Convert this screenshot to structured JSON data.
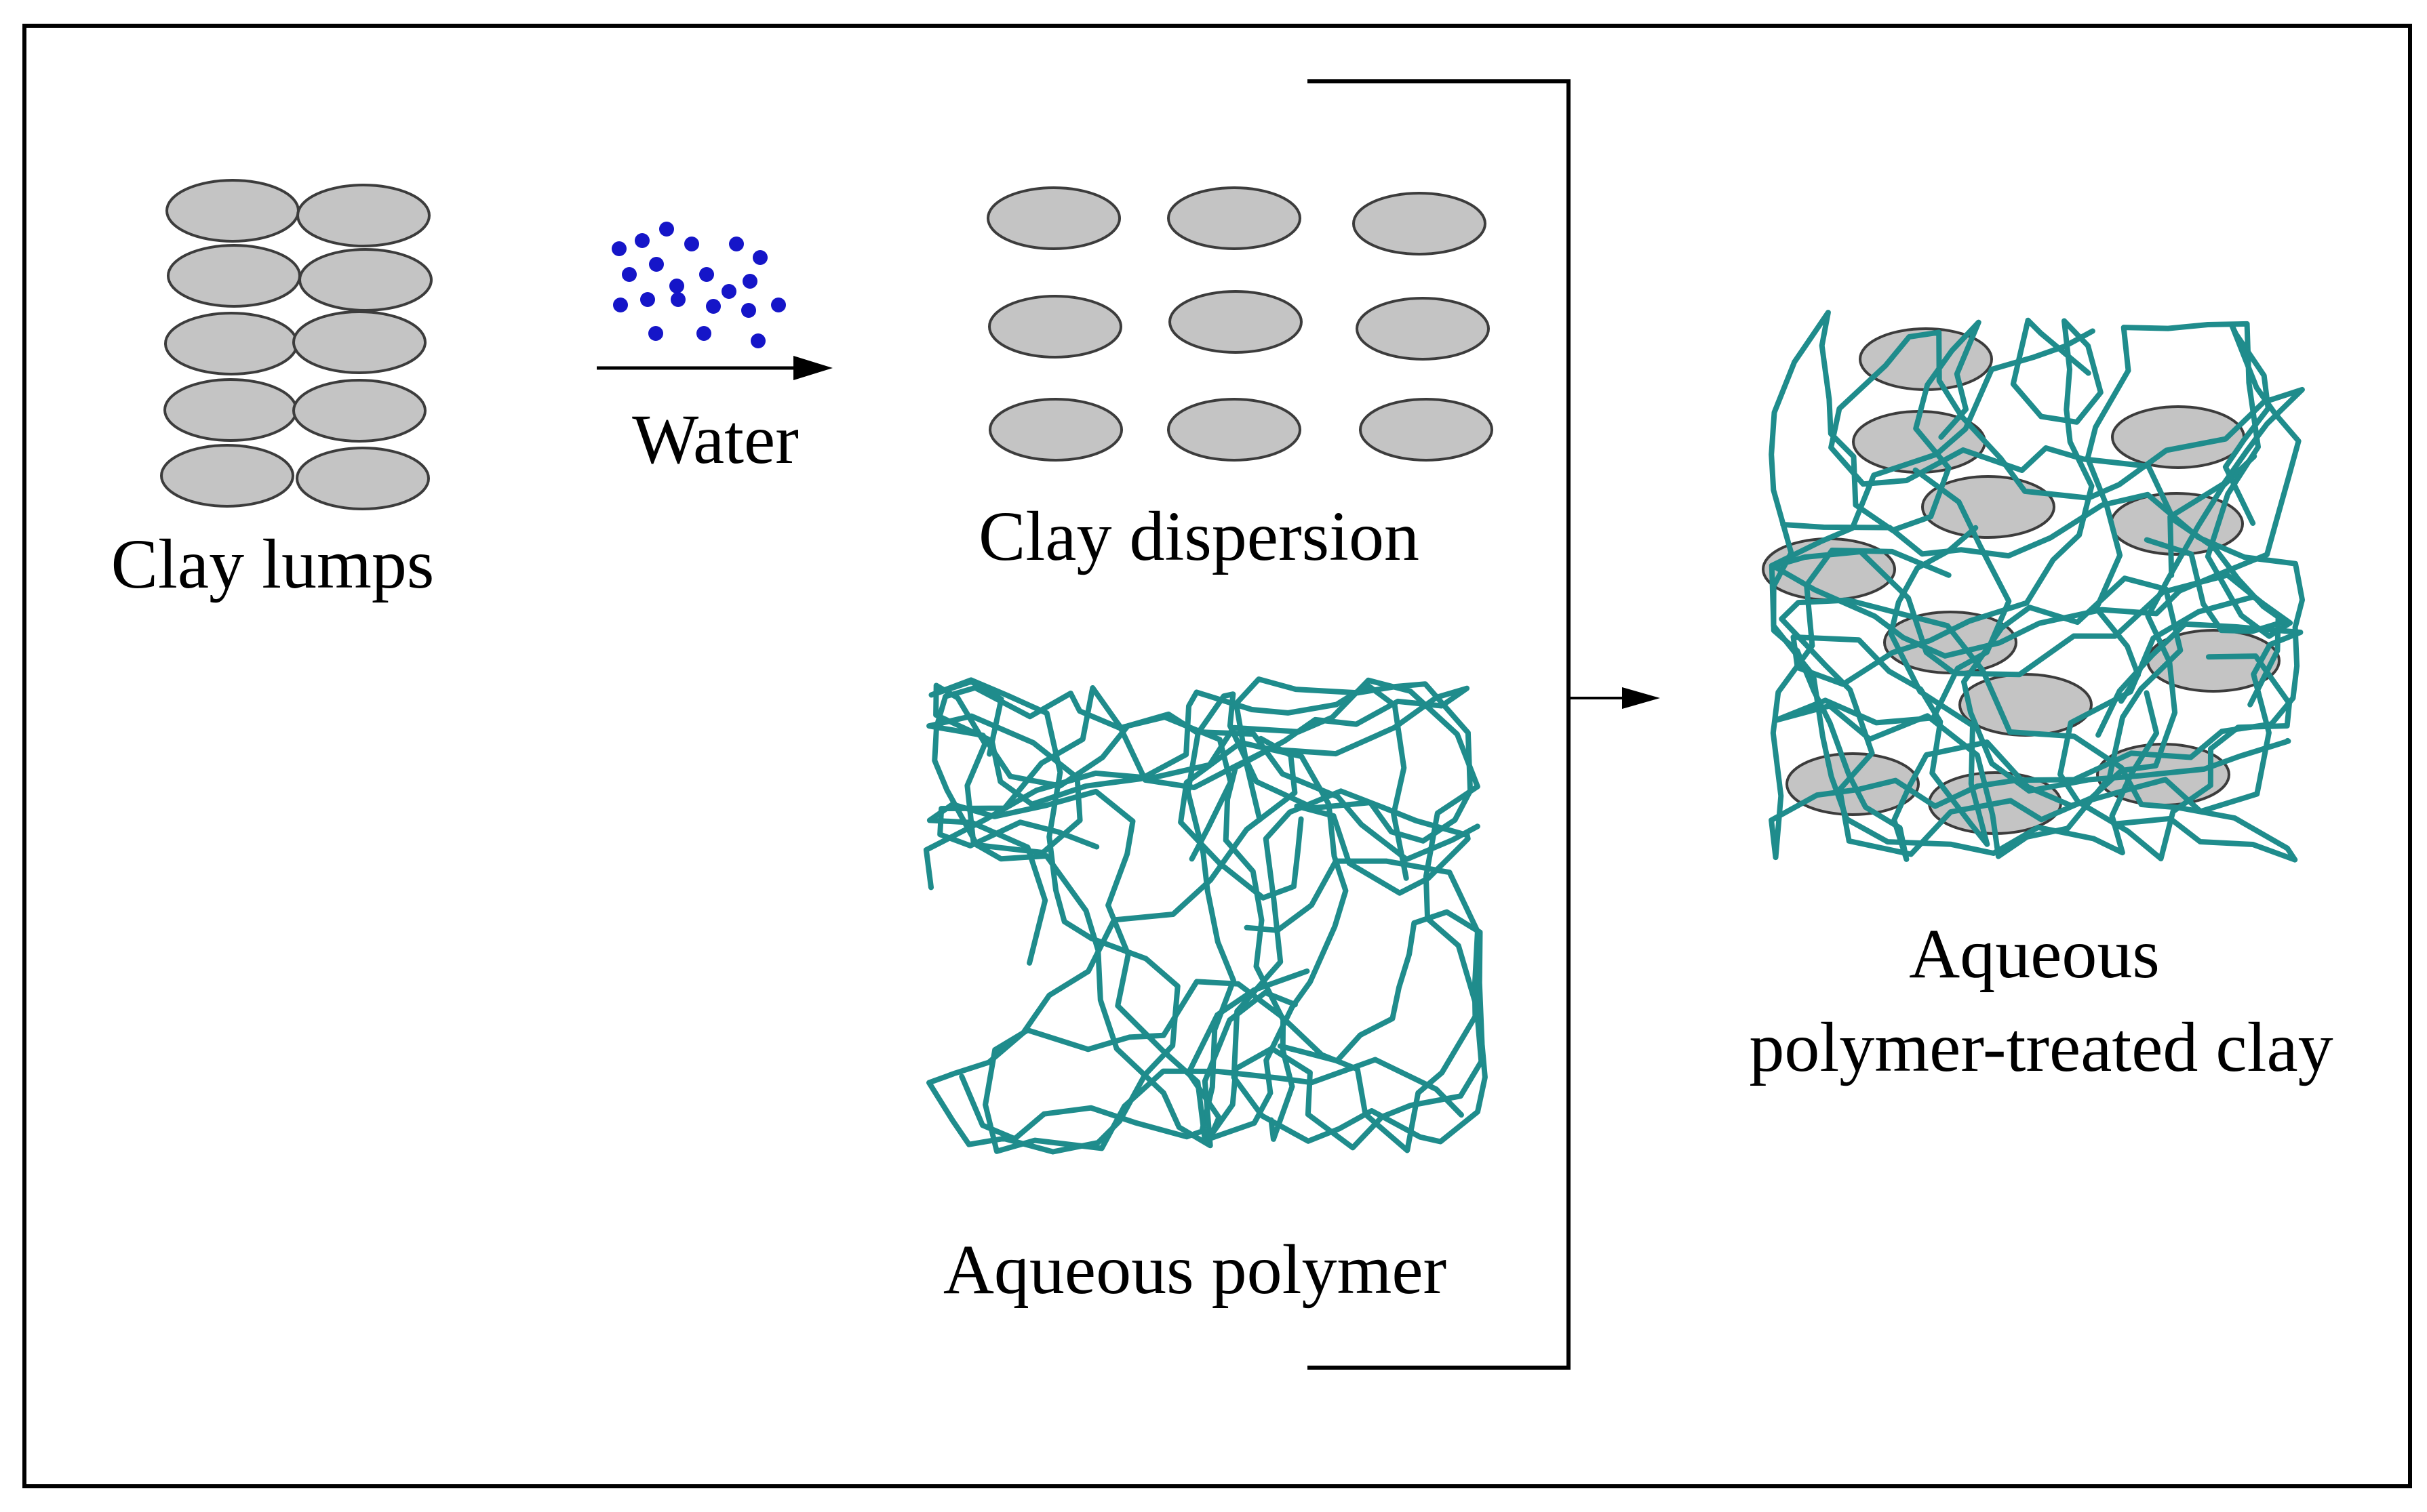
{
  "labels": {
    "clay_lumps": "Clay lumps",
    "water": "Water",
    "clay_dispersion": "Clay dispersion",
    "aqueous_polymer": "Aqueous polymer",
    "treated_line1": "Aqueous",
    "treated_line2": "polymer-treated clay"
  },
  "colors": {
    "clay_fill": "#c4c4c4",
    "clay_stroke": "#3c3c3c",
    "water_dot": "#1515c8",
    "polymer": "#1f8c8c",
    "line": "#000000"
  }
}
